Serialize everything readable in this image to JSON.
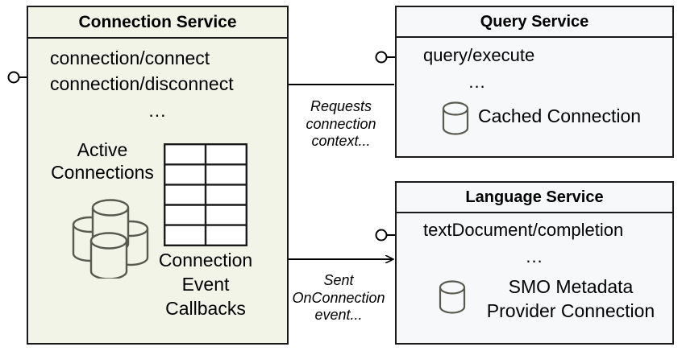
{
  "diagram": {
    "title": "Connection Service interaction diagram",
    "colors": {
      "connection_service_fill": "#f2f4e8",
      "service_fill": "#f7f8fa",
      "border": "#1a1a1a",
      "cylinder_stroke": "#59594f",
      "background": "#ffffff"
    }
  },
  "connection_service": {
    "title": "Connection Service",
    "interfaces": [
      "connection/connect",
      "connection/disconnect"
    ],
    "ellipsis": "...",
    "active_connections_label_line1": "Active",
    "active_connections_label_line2": "Connections",
    "callbacks_label_line1": "Connection",
    "callbacks_label_line2": "Event",
    "callbacks_label_line3": "Callbacks",
    "icons": {
      "cylinder_cluster": "database-cluster-icon",
      "table_grid": "table-grid-icon"
    },
    "table_grid": {
      "columns": 2,
      "rows": 5
    }
  },
  "query_service": {
    "title": "Query Service",
    "interface": "query/execute",
    "ellipsis": "...",
    "resource_label": "Cached Connection",
    "icons": {
      "cylinder": "database-icon"
    }
  },
  "language_service": {
    "title": "Language Service",
    "interface": "textDocument/completion",
    "ellipsis": "...",
    "resource_label_line1": "SMO Metadata",
    "resource_label_line2": "Provider Connection",
    "icons": {
      "cylinder": "database-icon"
    }
  },
  "edges": {
    "query_to_connection": {
      "label_line1": "Requests",
      "label_line2": "connection",
      "label_line3": "context...",
      "direction": "query-service-to-connection-service"
    },
    "connection_to_language": {
      "label_line1": "Sent",
      "label_line2": "OnConnection",
      "label_line3": "event...",
      "direction": "connection-service-to-language-service"
    }
  },
  "lollipops": {
    "connection_service": "provided-interface-lollipop",
    "query_service": "provided-interface-lollipop",
    "language_service": "provided-interface-lollipop"
  }
}
